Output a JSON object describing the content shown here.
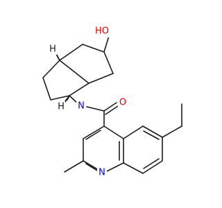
{
  "molecule": {
    "atoms": {
      "hydroxyl": {
        "label": "HO",
        "color": "#e00000"
      },
      "oxygen_carbonyl": {
        "label": "O",
        "color": "#e00000"
      },
      "nitrogen_amide": {
        "label": "N",
        "color": "#0000e0"
      },
      "nitrogen_ring": {
        "label": "N",
        "color": "#0000e0"
      },
      "h_stereo_top": {
        "label": "H",
        "color": "#1a1a1a"
      },
      "h_stereo_bottom": {
        "label": "H",
        "color": "#1a1a1a"
      }
    },
    "bond_color": "#1a1a1a"
  }
}
